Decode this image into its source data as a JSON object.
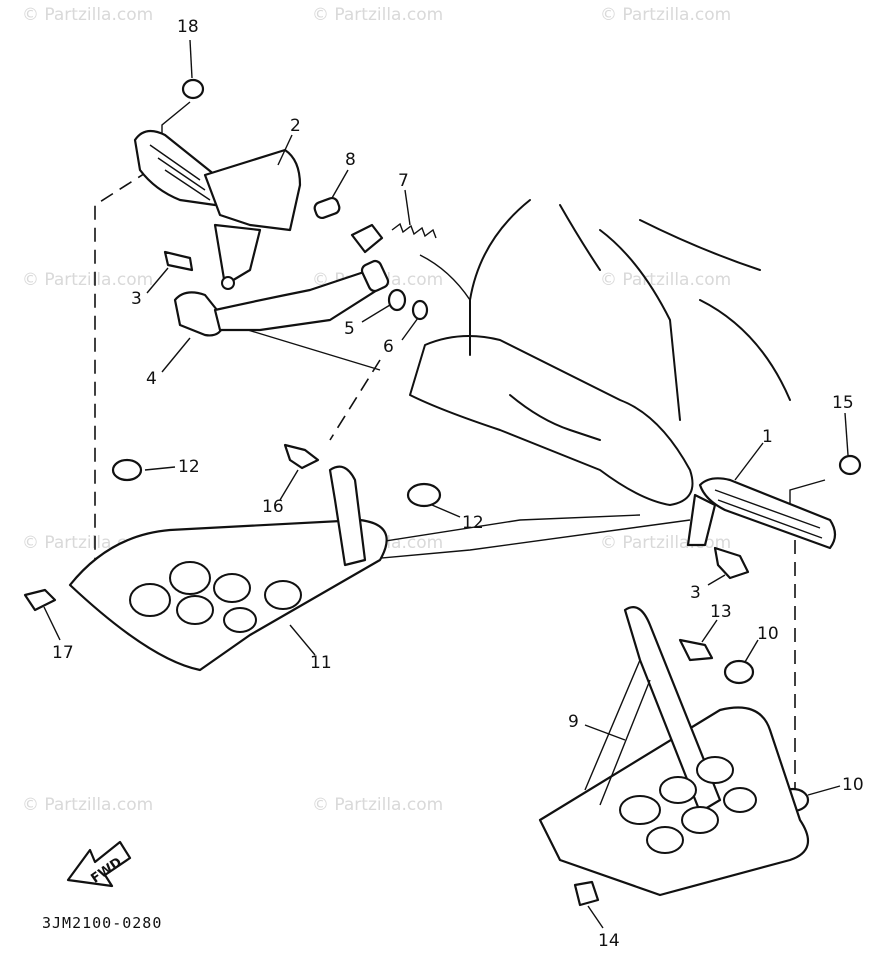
{
  "watermark": {
    "symbol": "©",
    "text": "Partzilla.com"
  },
  "diagram_code": "3JM2100-0280",
  "fwd_label": "FWD",
  "callouts": [
    "18",
    "2",
    "8",
    "7",
    "3",
    "4",
    "5",
    "6",
    "12",
    "16",
    "12",
    "1",
    "15",
    "3",
    "17",
    "11",
    "13",
    "10",
    "9",
    "10",
    "14"
  ]
}
